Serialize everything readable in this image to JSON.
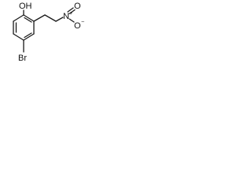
{
  "molecule": {
    "atoms": {
      "hydroxyl": "OH",
      "bromine": "Br",
      "nitro_nitrogen": "N",
      "nitro_oxygen_top": "O",
      "nitro_oxygen_bottom": "O"
    },
    "charges": {
      "nitrogen": "+",
      "oxygen_bottom": "−"
    }
  },
  "colors": {
    "bond": "#1a1a1a",
    "text": "#111111",
    "background": "#ffffff"
  }
}
